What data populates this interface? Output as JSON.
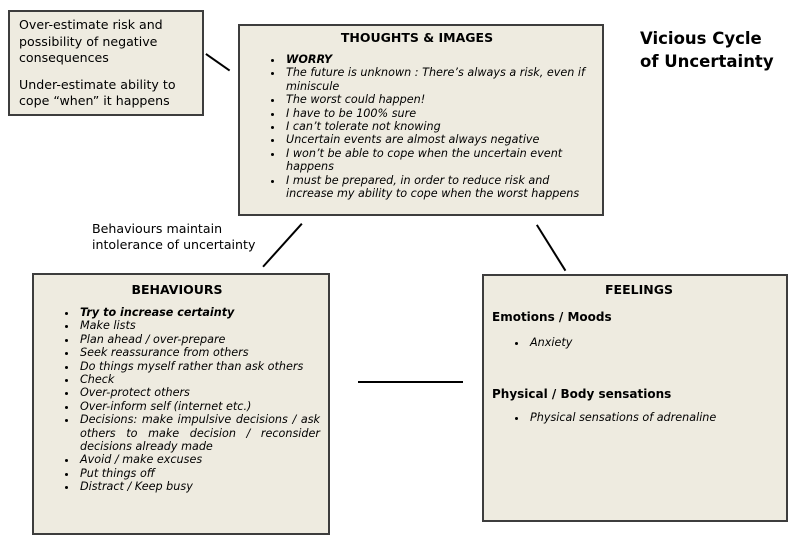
{
  "title": {
    "line1": "Vicious Cycle",
    "line2": "of Uncertainty"
  },
  "note_box": {
    "p1": "Over-estimate risk and possibility of negative consequences",
    "p2": "Under-estimate ability to cope “when” it happens"
  },
  "thoughts": {
    "heading": "THOUGHTS & IMAGES",
    "items": [
      "WORRY",
      "The future is unknown : There’s always a risk, even if miniscule",
      "The worst could happen!",
      "I have to be 100% sure",
      "I can’t tolerate not knowing",
      "Uncertain events are almost always negative",
      "I won’t be able to cope when the uncertain event happens",
      "I must be prepared, in order to reduce risk and increase my ability to cope when the worst happens"
    ]
  },
  "behaviours_caption": "Behaviours maintain intolerance of uncertainty",
  "behaviours": {
    "heading": "BEHAVIOURS",
    "items": [
      "Try to increase certainty",
      "Make lists",
      "Plan ahead / over-prepare",
      "Seek reassurance from others",
      "Do things myself rather than ask others",
      "Check",
      "Over-protect others",
      "Over-inform self (internet etc.)",
      "Decisions: make impulsive decisions / ask others to make decision / reconsider decisions already made",
      "Avoid / make excuses",
      "Put things off",
      "Distract / Keep busy"
    ]
  },
  "feelings": {
    "heading": "FEELINGS",
    "emotions_heading": "Emotions / Moods",
    "emotions": [
      "Anxiety"
    ],
    "physical_heading": "Physical / Body sensations",
    "physical": [
      "Physical sensations of adrenaline"
    ]
  }
}
